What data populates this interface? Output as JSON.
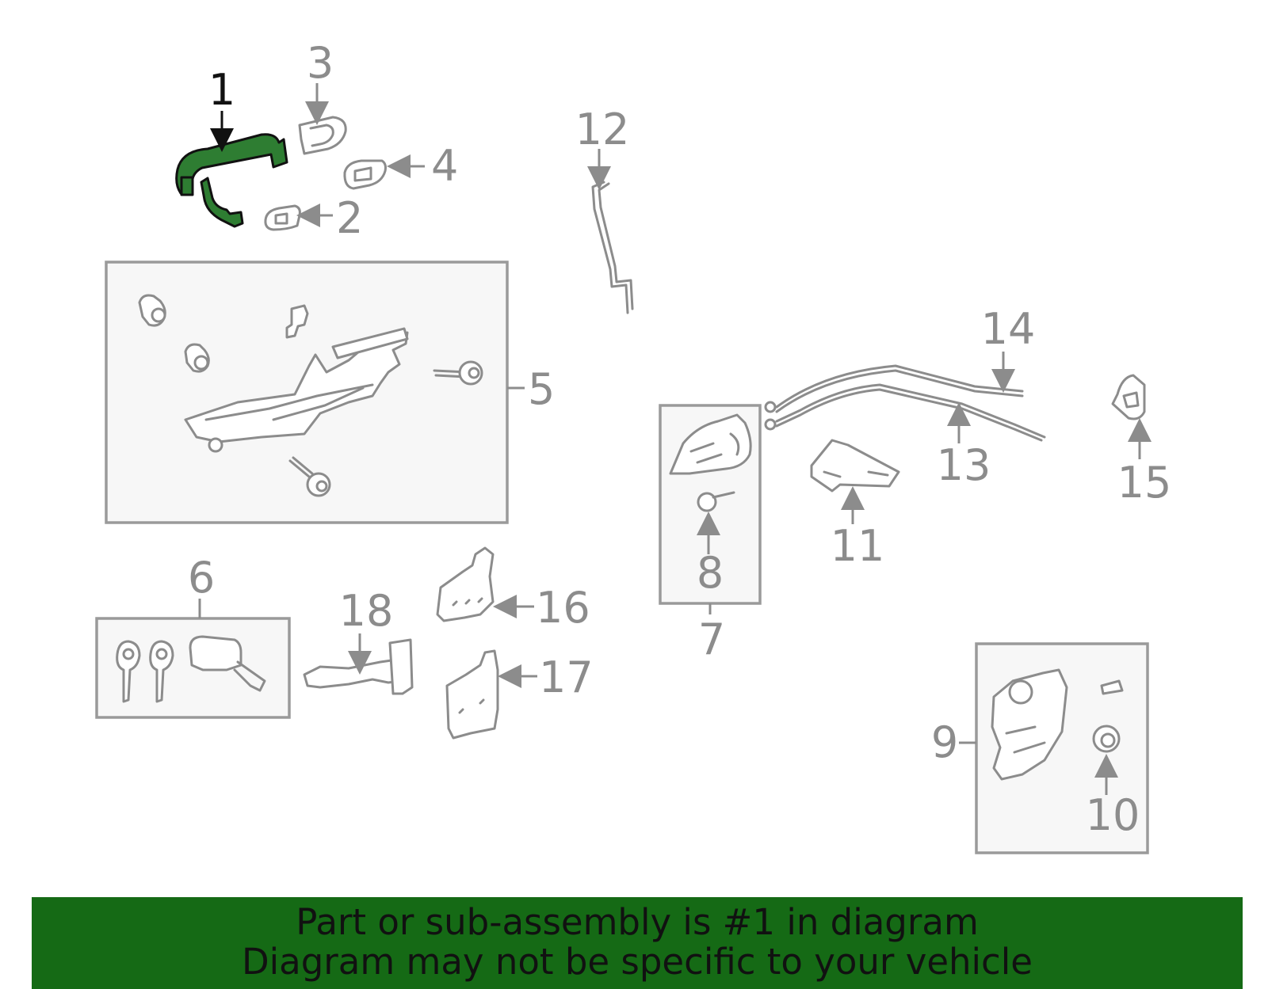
{
  "callouts": {
    "c1": "1",
    "c2": "2",
    "c3": "3",
    "c4": "4",
    "c5": "5",
    "c6": "6",
    "c7": "7",
    "c8": "8",
    "c9": "9",
    "c10": "10",
    "c11": "11",
    "c12": "12",
    "c13": "13",
    "c14": "14",
    "c15": "15",
    "c16": "16",
    "c17": "17",
    "c18": "18"
  },
  "highlighted_part": "1",
  "colors": {
    "highlight": "#2e7d32",
    "banner": "#156a15",
    "line": "#8c8c8c"
  },
  "banner": {
    "line1": "Part or sub-assembly is #1 in diagram",
    "line2": "Diagram may not be specific to your vehicle"
  }
}
